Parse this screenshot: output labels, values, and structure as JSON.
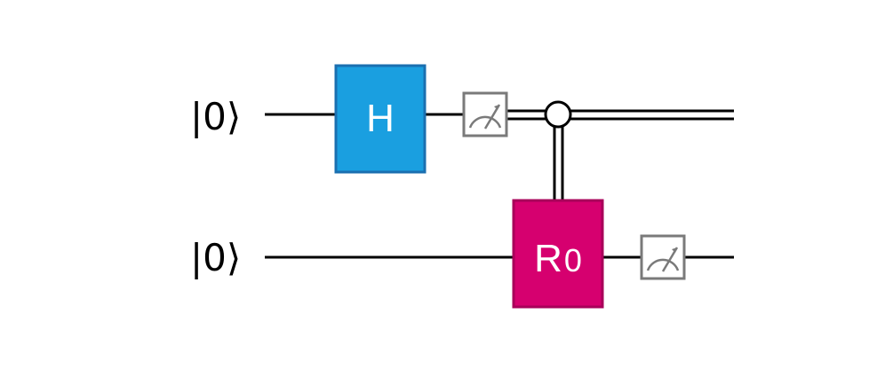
{
  "circuit": {
    "qubits": [
      {
        "label": "|0⟩"
      },
      {
        "label": "|0⟩"
      }
    ],
    "gates": {
      "hadamard": {
        "label": "H",
        "color": "#1a9fe0",
        "border": "#1a6fb0"
      },
      "r_gate": {
        "label": "R",
        "subscript": "0",
        "color": "#d6006f",
        "border": "#a8005a"
      }
    },
    "measure_color": "#7a7a7a",
    "wire_color": "#000000"
  }
}
